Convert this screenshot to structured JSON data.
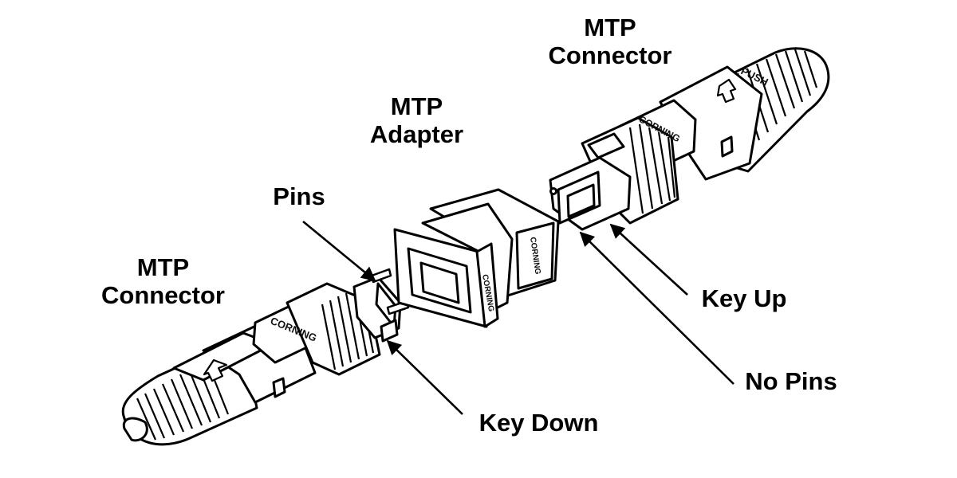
{
  "labels": {
    "top_connector": {
      "line1": "MTP",
      "line2": "Connector"
    },
    "adapter": {
      "line1": "MTP",
      "line2": "Adapter"
    },
    "pins": "Pins",
    "left_connector": {
      "line1": "MTP",
      "line2": "Connector"
    },
    "key_up": "Key Up",
    "no_pins": "No Pins",
    "key_down": "Key Down"
  },
  "stamps": {
    "brand": "CORNING",
    "push": "PUSH"
  },
  "colors": {
    "ink": "#000000",
    "background": "#ffffff",
    "fill": "#ffffff"
  }
}
